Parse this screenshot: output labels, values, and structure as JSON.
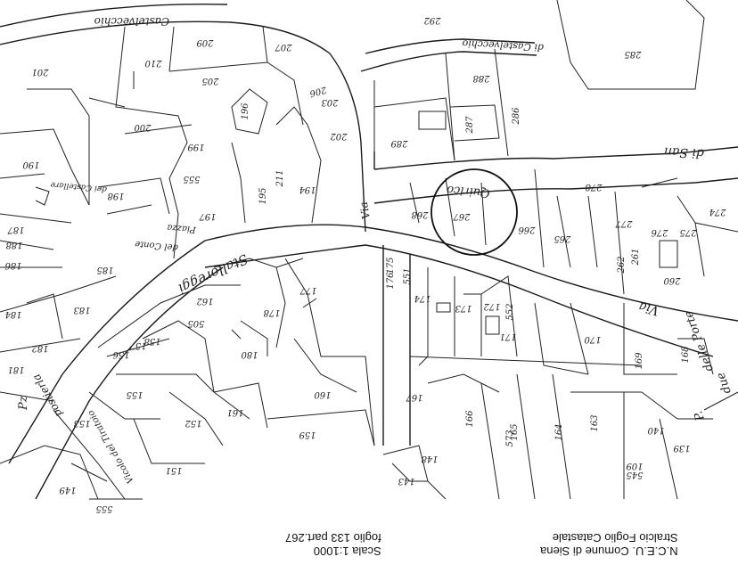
{
  "streets": {
    "castelvecchio_top": "Castelvecchio",
    "castelvecchio_right": "di Castelvecchio",
    "via_san": "di San",
    "quirico": "Quirico",
    "via_left": "Via",
    "stalloreggi": "Stalloreggi",
    "piazza": "Piazza",
    "del_conte": "del Conte",
    "dei_castellare": "dei Castellare",
    "via_bottom_right": "Via",
    "delle_porte": "delle Porte",
    "p": "P.",
    "due": "due",
    "pz": "Pz",
    "postierla": "postierla",
    "vicolo_tiratoio": "Vicolo del Tiratoio"
  },
  "parcels": [
    {
      "id": "p285",
      "label": "285"
    },
    {
      "id": "p292",
      "label": "292"
    },
    {
      "id": "p209",
      "label": "209"
    },
    {
      "id": "p207",
      "label": "207"
    },
    {
      "id": "p210",
      "label": "210"
    },
    {
      "id": "p205",
      "label": "205"
    },
    {
      "id": "p206",
      "label": "206"
    },
    {
      "id": "p203",
      "label": "203"
    },
    {
      "id": "p201",
      "label": "201"
    },
    {
      "id": "p200",
      "label": "200"
    },
    {
      "id": "p196",
      "label": "196"
    },
    {
      "id": "p199",
      "label": "199"
    },
    {
      "id": "p202",
      "label": "202"
    },
    {
      "id": "p190",
      "label": "190"
    },
    {
      "id": "p195",
      "label": "195"
    },
    {
      "id": "p194",
      "label": "194"
    },
    {
      "id": "p197",
      "label": "197"
    },
    {
      "id": "p198",
      "label": "198"
    },
    {
      "id": "p555",
      "label": "555"
    },
    {
      "id": "p289",
      "label": "289"
    },
    {
      "id": "p288",
      "label": "288"
    },
    {
      "id": "p286",
      "label": "286"
    },
    {
      "id": "p287",
      "label": "287"
    },
    {
      "id": "p278",
      "label": "278"
    },
    {
      "id": "p268",
      "label": "268"
    },
    {
      "id": "p267",
      "label": "267"
    },
    {
      "id": "p266",
      "label": "266"
    },
    {
      "id": "p265",
      "label": "265"
    },
    {
      "id": "p277",
      "label": "277"
    },
    {
      "id": "p276",
      "label": "276"
    },
    {
      "id": "p275",
      "label": "275"
    },
    {
      "id": "p274",
      "label": "274"
    },
    {
      "id": "p260",
      "label": "260"
    },
    {
      "id": "p261",
      "label": "261"
    },
    {
      "id": "p262",
      "label": "262"
    },
    {
      "id": "p186",
      "label": "186"
    },
    {
      "id": "p185",
      "label": "185"
    },
    {
      "id": "p184",
      "label": "184"
    },
    {
      "id": "p183",
      "label": "183"
    },
    {
      "id": "p182",
      "label": "182"
    },
    {
      "id": "p181",
      "label": "181"
    },
    {
      "id": "p187",
      "label": "187"
    },
    {
      "id": "p188",
      "label": "188"
    },
    {
      "id": "p162",
      "label": "162"
    },
    {
      "id": "p178",
      "label": "178"
    },
    {
      "id": "p177",
      "label": "177"
    },
    {
      "id": "p176",
      "label": "176"
    },
    {
      "id": "p175",
      "label": "175"
    },
    {
      "id": "p174",
      "label": "174"
    },
    {
      "id": "p173",
      "label": "173"
    },
    {
      "id": "p172",
      "label": "172"
    },
    {
      "id": "p171",
      "label": "171"
    },
    {
      "id": "p170",
      "label": "170"
    },
    {
      "id": "p169",
      "label": "169"
    },
    {
      "id": "p168",
      "label": "168"
    },
    {
      "id": "p158",
      "label": "158"
    },
    {
      "id": "p157",
      "label": "157"
    },
    {
      "id": "p156",
      "label": "156"
    },
    {
      "id": "p155",
      "label": "155"
    },
    {
      "id": "p153",
      "label": "153"
    },
    {
      "id": "p152",
      "label": "152"
    },
    {
      "id": "p151",
      "label": "151"
    },
    {
      "id": "p161",
      "label": "161"
    },
    {
      "id": "p160",
      "label": "160"
    },
    {
      "id": "p159",
      "label": "159"
    },
    {
      "id": "p167",
      "label": "167"
    },
    {
      "id": "p166",
      "label": "166"
    },
    {
      "id": "p165",
      "label": "165"
    },
    {
      "id": "p164",
      "label": "164"
    },
    {
      "id": "p163",
      "label": "163"
    },
    {
      "id": "p139",
      "label": "139"
    },
    {
      "id": "p140",
      "label": "140"
    },
    {
      "id": "p109",
      "label": "109"
    },
    {
      "id": "p149",
      "label": "149"
    },
    {
      "id": "p148",
      "label": "148"
    },
    {
      "id": "p143",
      "label": "143"
    },
    {
      "id": "p555b",
      "label": "555"
    },
    {
      "id": "p180",
      "label": "180"
    },
    {
      "id": "p211",
      "label": "211"
    },
    {
      "id": "p505",
      "label": "505"
    },
    {
      "id": "p545",
      "label": "545"
    },
    {
      "id": "p551",
      "label": "551"
    },
    {
      "id": "p573",
      "label": "573"
    },
    {
      "id": "p552",
      "label": "552"
    }
  ],
  "caption": {
    "right_line1": "Stralcio Foglio Catastale",
    "right_line2": "N.C.E.U.  Comune di Siena",
    "left_line1": "foglio 133 part.267",
    "left_line2": "Scala 1:1000"
  },
  "highlight": {
    "parcel": "267"
  }
}
